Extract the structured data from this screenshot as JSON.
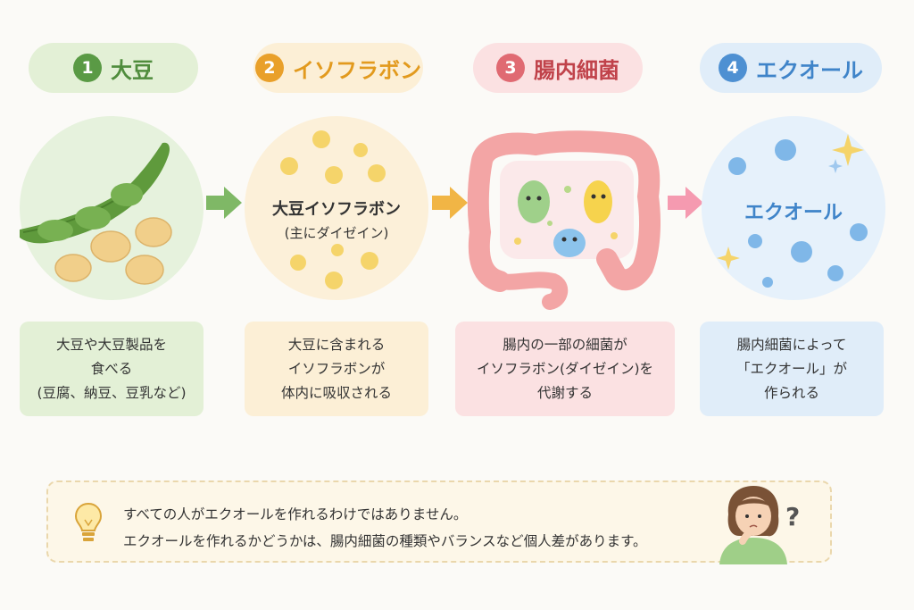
{
  "steps": [
    {
      "num": "1",
      "title": "大豆",
      "desc": [
        "大豆や大豆製品を",
        "食べる",
        "(豆腐、納豆、豆乳など)"
      ]
    },
    {
      "num": "2",
      "title": "イソフラボン",
      "circle_text": [
        "大豆イソフラボン",
        "(主にダイゼイン)"
      ],
      "desc": [
        "大豆に含まれる",
        "イソフラボンが",
        "体内に吸収される"
      ]
    },
    {
      "num": "3",
      "title": "腸内細菌",
      "desc": [
        "腸内の一部の細菌が",
        "イソフラボン(ダイゼイン)を",
        "代謝する"
      ]
    },
    {
      "num": "4",
      "title": "エクオール",
      "circle_text": [
        "エクオール"
      ],
      "desc": [
        "腸内細菌によって",
        "「エクオール」が",
        "作られる"
      ]
    }
  ],
  "note": {
    "line1": "すべての人がエクオールを作れるわけではありません。",
    "line2": "エクオールを作れるかどうかは、腸内細菌の種類やバランスなど個人差があります。",
    "question_mark": "?"
  },
  "colors": {
    "green": "#5a9a45",
    "green_bg": "#e3f0d6",
    "orange": "#e9a02a",
    "orange_bg": "#fcefd6",
    "red": "#c0424a",
    "red_bg": "#fbe1e2",
    "blue": "#3f84c9",
    "blue_bg": "#e0edf9"
  }
}
